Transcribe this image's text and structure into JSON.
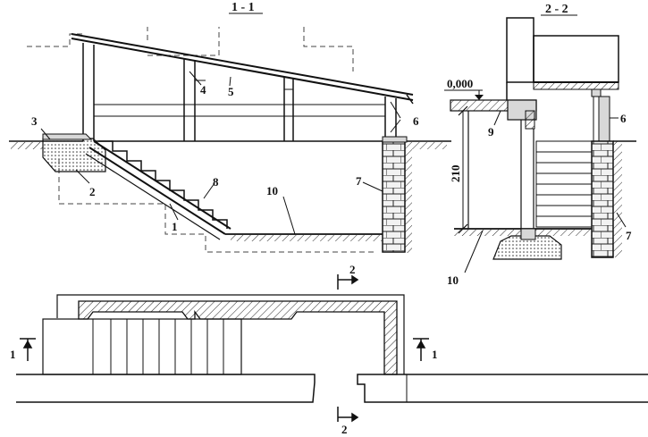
{
  "section_titles": {
    "a": "1 - 1",
    "b": "2 - 2"
  },
  "level_mark": "0,000",
  "dimension": "210",
  "labels": {
    "n1": "1",
    "n2": "2",
    "n3": "3",
    "n4": "4",
    "n5": "5",
    "n6": "6",
    "n6b": "6",
    "n7": "7",
    "n7b": "7",
    "n8": "8",
    "n9": "9",
    "n10": "10",
    "n10b": "10"
  },
  "cut_marks": {
    "c1_left": "1",
    "c1_right": "1",
    "c2_top": "2",
    "c2_bottom": "2"
  },
  "colors": {
    "line": "#111111",
    "hatch": "#222222",
    "fill": "#d8d8d8"
  }
}
